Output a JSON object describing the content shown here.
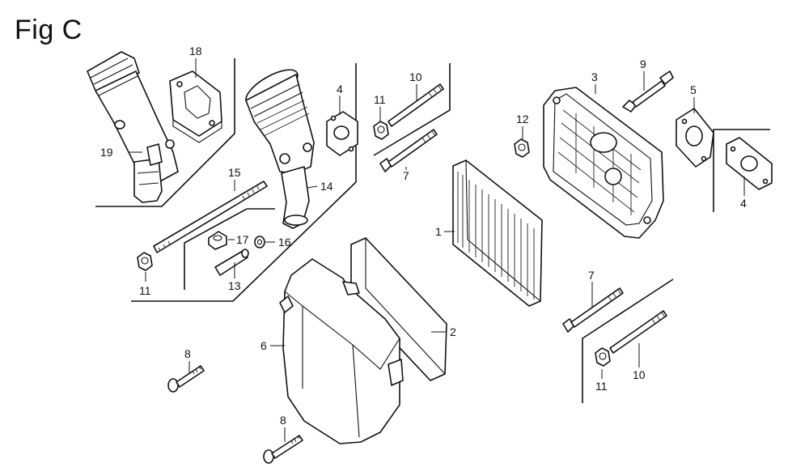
{
  "figure": {
    "title": "Fig C"
  },
  "labels": {
    "l1": "1",
    "l2": "2",
    "l3": "3",
    "l4a": "4",
    "l4b": "4",
    "l5": "5",
    "l6": "6",
    "l7a": "7",
    "l7b": "7",
    "l8a": "8",
    "l8b": "8",
    "l9": "9",
    "l10a": "10",
    "l10b": "10",
    "l11a": "11",
    "l11b": "11",
    "l11c": "11",
    "l12": "12",
    "l13": "13",
    "l14": "14",
    "l15": "15",
    "l16": "16",
    "l17": "17",
    "l18": "18",
    "l19": "19"
  }
}
